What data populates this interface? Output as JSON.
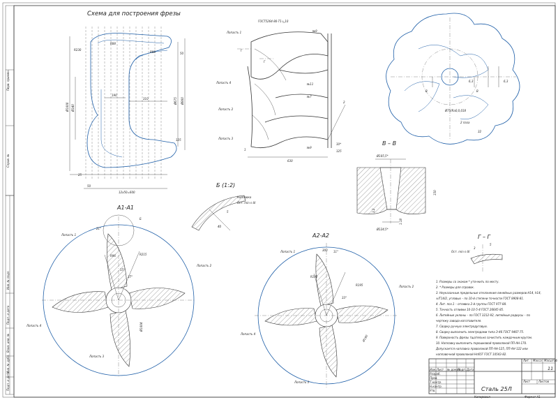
{
  "headings": {
    "scheme": "Схема для построения фрезы",
    "section_a": "А1-А1",
    "section_a2": "А2-А2",
    "section_b": "Б (1:2)",
    "section_v": "В – В",
    "section_g": "Г – Г"
  },
  "scheme": {
    "scale_x": "12х50=600",
    "dim_r230": "R230",
    "dim_r88_a": "R88",
    "dim_r88_b": "R88",
    "dim_50": "50",
    "dim_1000": "Ø1000",
    "dim_340": "Ø340",
    "dim_190": "190",
    "dim_310": "310",
    "dim_675": "Ø675",
    "dim_800": "Ø800",
    "dim_125": "125",
    "dim_25": "25",
    "dim_50b": "50"
  },
  "side_view": {
    "gost": "ГОСТ5264-80-Т1-◺10",
    "n9_top": "№9",
    "blade1": "Лопасть 1",
    "blade4": "Лопасть 4",
    "blade2": "Лопасть 2",
    "blade3": "Лопасть 3",
    "n11": "№11",
    "n7": "№7",
    "n9_bot": "№9",
    "mark_g": "Г",
    "mark_1": "1",
    "mark_2": "2",
    "dim_630": "630",
    "dim_10": "10*",
    "dim_125": "125"
  },
  "plan_view": {
    "mark_b": "В",
    "mark_b2": "В",
    "dim_6_3": "6,3",
    "dim_6_3b": "6,3",
    "hole": "Ø75/Ra0,0,018",
    "holes": "2 паза",
    "dim_32": "32"
  },
  "section_v": {
    "dim_top": "Ø105,5*",
    "dim_150": "150",
    "dim_32": "3,2",
    "dim_bot": "Ø124,5*",
    "dim_18": "1:18"
  },
  "detail_b": {
    "label": "Наплавка",
    "sub": "Ост. min n.III",
    "dim_5": "5",
    "dim_40": "40"
  },
  "section_a1": {
    "blade1": "Лопасть 1",
    "blade2": "Лопасть 2",
    "blade3": "Лопасть 3",
    "blade4": "Лопасть 4",
    "r96": "R96",
    "r215": "R215",
    "ang_a": "15°",
    "ang_b": "37°",
    "ang_c": "21°",
    "dim_1004": "Ø1004",
    "mark_b": "Б"
  },
  "section_a2": {
    "blade1": "Лопасть 1",
    "blade2": "Лопасть 2",
    "blade3": "Лопасть 3",
    "blade4": "Лопасть 4",
    "r192": "R192",
    "r195": "R195",
    "ang_a": "11°",
    "ang_b": "33°",
    "dim_190": "Ø190",
    "dim_300": "300"
  },
  "section_g": {
    "label": "Ост. min n.III",
    "dim_3": "3",
    "dim_5": "5"
  },
  "notes": [
    "1. Размеры со знаком * уточнить по месту.",
    "2. * Размеры для справок.",
    "3. Неуказанные предельные отклонения линейных размеров H14, h14,",
    "±IT14/2, угловых – по 10-й степени точности ГОСТ 8908-81.",
    "4. Лит. поз.1 – отливка 2-й группы ГОСТ 977-88.",
    "5. Точность отливки 10-10-5-4 ГОСТ 26645-85.",
    "6. Литейные уклоны – по ГОСТ 3212-92, литейные радиусы – по",
    "чертежу заводо-изготовителя.",
    "7. Сварку ручную электродуговую.",
    "8. Сварку выполнить электродами типа Э-46 ГОСТ 9467-75.",
    "9. Поверхность фрезы тщательно зачистить наждачным кругом.",
    "10. Наплавку выполнить порошковой проволокой ПП-АН-170.",
    "Допускается наплавка проволокой ПП-АН-125, ПП-АН-122 или",
    "наплавочной проволокой Нп65Г ГОСТ 10543-82."
  ],
  "title_block": {
    "material": "Сталь 25Л",
    "sheet": "11",
    "col_lit": "Лит.",
    "col_mass": "Масса",
    "col_scale": "Масштаб",
    "sheet_label": "Лист",
    "sheets_label": "Листов",
    "row_izm": "Изм.",
    "row_list": "Лист",
    "row_ndok": "№ докум.",
    "row_podp": "Подп.",
    "row_data": "Дата",
    "role_dev": "Разраб.",
    "role_check": "Пров.",
    "role_tkontr": "Т.контр.",
    "role_nkontr": "Н.контр.",
    "role_utv": "Утв.",
    "copied": "Копировал",
    "format": "Формат A1"
  },
  "side_stamp": [
    "Перв. примен.",
    "Справ. №",
    "Подп. и дата",
    "Инв. № дубл.",
    "Взам. инв. №",
    "Подп. и дата",
    "Инв. № подл."
  ]
}
